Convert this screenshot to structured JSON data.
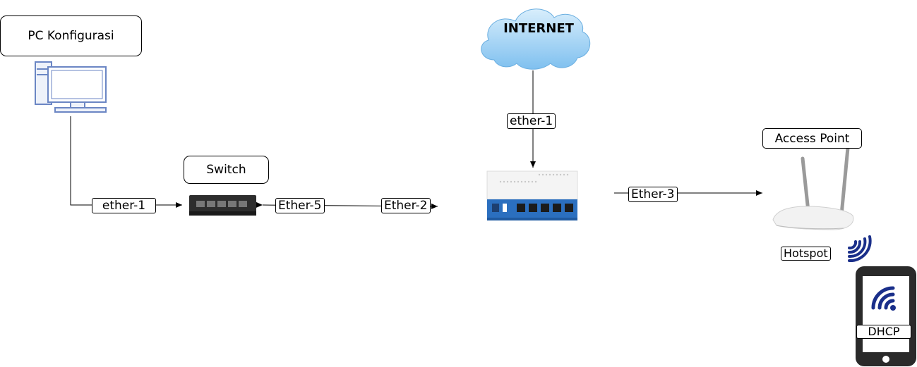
{
  "nodes": {
    "pc_label": "PC Konfigurasi",
    "switch_label": "Switch",
    "internet_label": "INTERNET",
    "access_point_label": "Access Point"
  },
  "links": {
    "pc_switch": "ether-1",
    "switch_port": "Ether-5",
    "router_port_2": "Ether-2",
    "router_wan": "ether-1",
    "router_port_3": "Ether-3"
  },
  "services": {
    "hotspot": "Hotspot",
    "dhcp": "DHCP"
  },
  "colors": {
    "cloud": "#9fd1f3",
    "router_accent": "#2b6fbf",
    "wifi_icon": "#1a2f8a",
    "pc_outline": "#6b86c4"
  }
}
